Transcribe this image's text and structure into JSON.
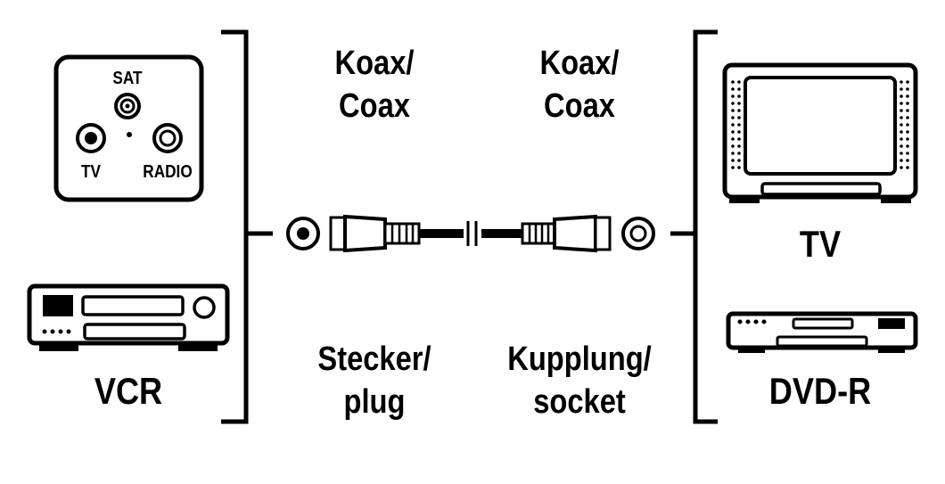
{
  "left": {
    "wall_socket": {
      "sat": "SAT",
      "tv": "TV",
      "radio": "RADIO"
    },
    "vcr": "VCR"
  },
  "center": {
    "left_top": [
      "Koax/",
      "Coax"
    ],
    "right_top": [
      "Koax/",
      "Coax"
    ],
    "left_bottom": [
      "Stecker/",
      "plug"
    ],
    "right_bottom": [
      "Kupplung/",
      "socket"
    ]
  },
  "right": {
    "tv": "TV",
    "dvd": "DVD-R"
  },
  "colors": {
    "ink": "#000000",
    "paper": "#ffffff"
  },
  "icons": [
    "wall-socket-icon",
    "vcr-icon",
    "coax-plug-icon",
    "coax-cable-icon",
    "coax-socket-icon",
    "tv-icon",
    "dvd-recorder-icon"
  ]
}
